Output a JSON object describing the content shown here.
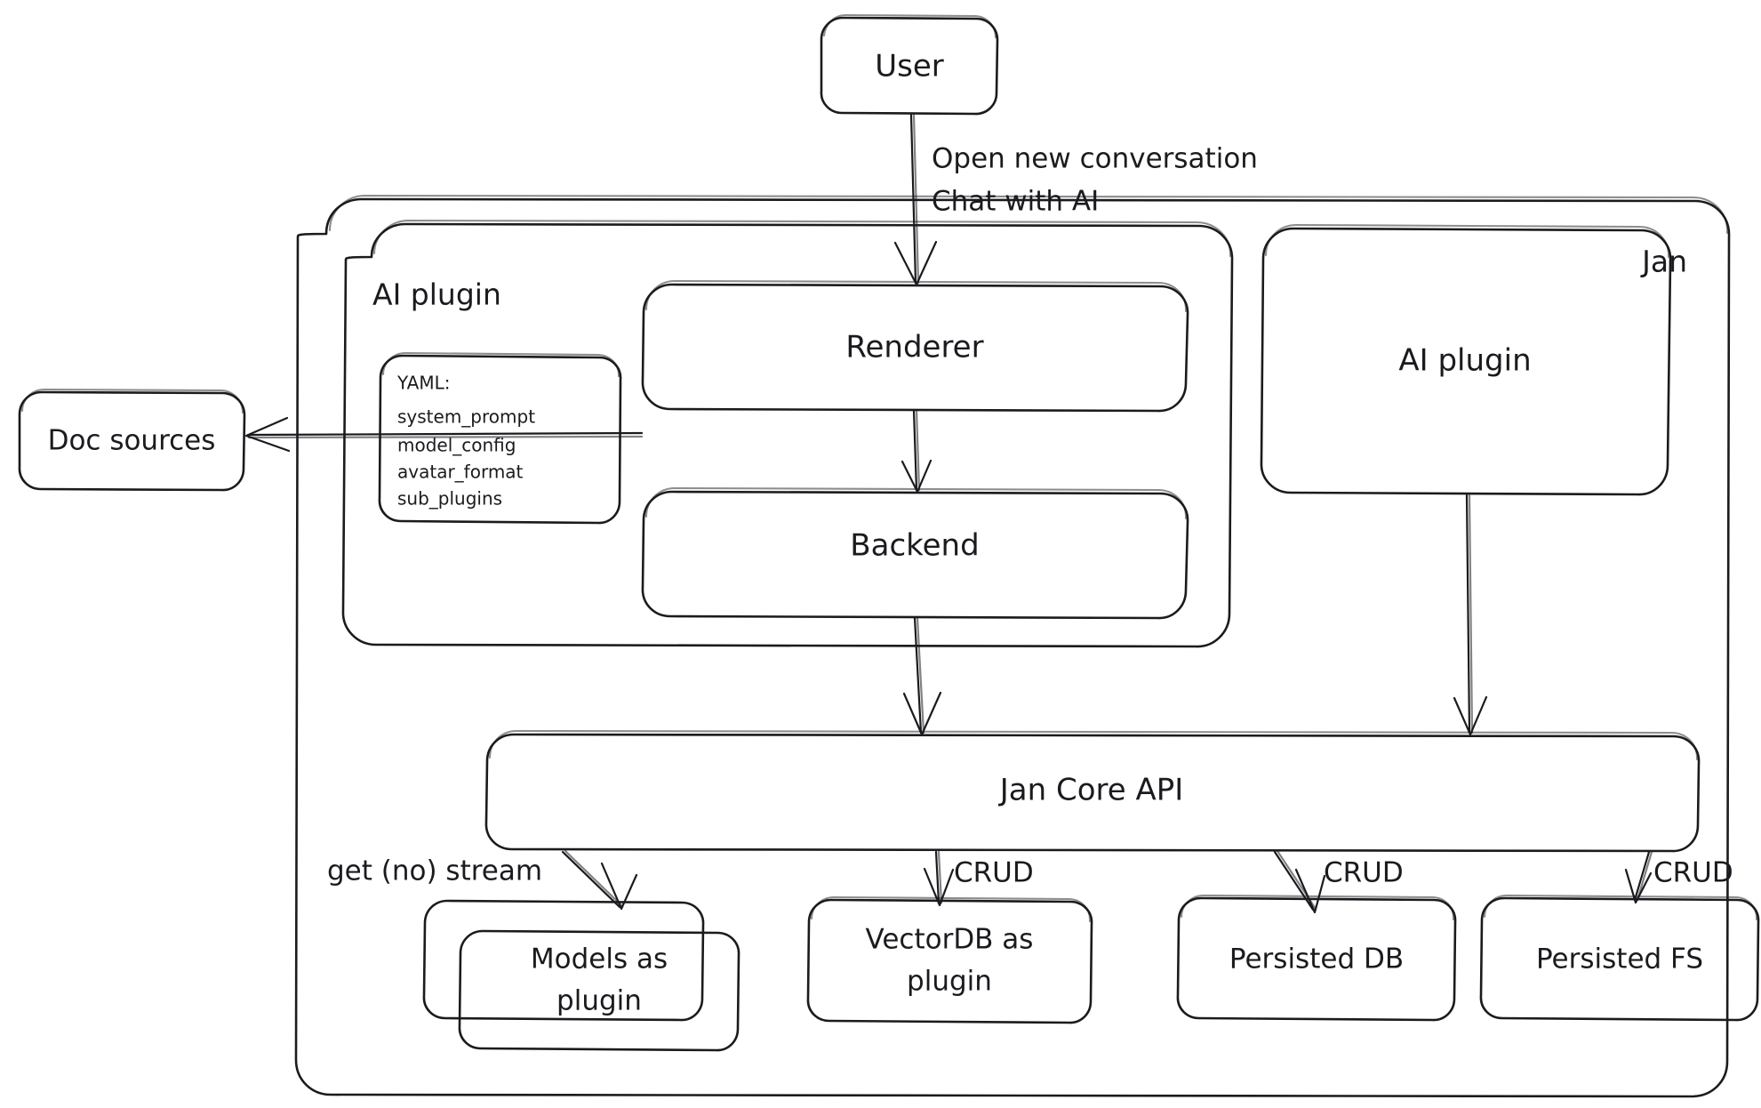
{
  "diagram": {
    "title": "Jan architecture diagram",
    "style": "hand-drawn",
    "stroke_color": "#1b1b1f",
    "background_color": "#ffffff"
  },
  "nodes": {
    "user": {
      "label": "User"
    },
    "doc_sources": {
      "label": "Doc sources"
    },
    "renderer": {
      "label": "Renderer"
    },
    "backend": {
      "label": "Backend"
    },
    "ai_plugin_right": {
      "label": "AI plugin"
    },
    "jan_core_api": {
      "label": "Jan Core API"
    },
    "models_plugin": {
      "label_line1": "Models as",
      "label_line2": "plugin"
    },
    "vectordb_plugin": {
      "label_line1": "VectorDB as",
      "label_line2": "plugin"
    },
    "persisted_db": {
      "label": "Persisted DB"
    },
    "persisted_fs": {
      "label": "Persisted FS"
    }
  },
  "groups": {
    "jan": {
      "label": "Jan"
    },
    "ai_plugin": {
      "label": "AI plugin"
    }
  },
  "yaml_card": {
    "lines": [
      "YAML:",
      "system_prompt",
      "model_config",
      "avatar_format",
      "sub_plugins"
    ]
  },
  "edge_labels": {
    "user_to_renderer_line1": "Open new conversation",
    "user_to_renderer_line2": "Chat with AI",
    "core_to_models": "get (no) stream",
    "core_to_vectordb": "CRUD",
    "core_to_persisted_db": "CRUD",
    "core_to_persisted_fs": "CRUD"
  }
}
